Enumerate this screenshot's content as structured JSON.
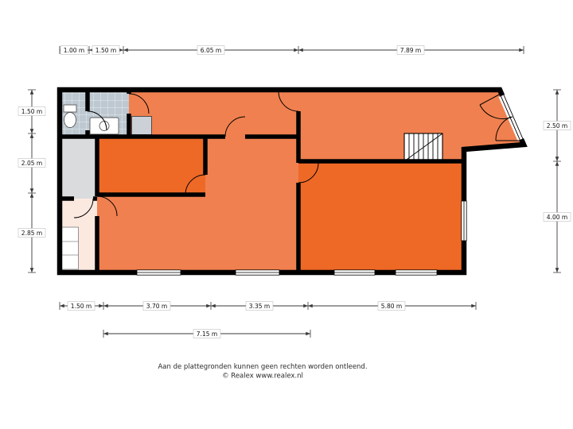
{
  "dims": {
    "top": [
      "1.00 m",
      "1.50 m",
      "6.05 m",
      "7.89 m"
    ],
    "left": [
      "1.50 m",
      "2.05 m",
      "2.85 m"
    ],
    "right": [
      "2.50 m",
      "4.00 m"
    ],
    "bottom": [
      "1.50 m",
      "3.70 m",
      "3.35 m",
      "5.80 m"
    ],
    "bottom_total": [
      "7.15 m"
    ]
  },
  "footer": {
    "disclaimer": "Aan de plattegronden kunnen geen rechten worden ontleend.",
    "copyright": "© Realex www.realex.nl"
  },
  "colors": {
    "wall": "#000000",
    "room_light": "#F0804F",
    "room_dark": "#EE6926",
    "bathroom_tile": "#BDC8D0",
    "tile_line": "#E8EDF1",
    "storage": "#DADBDD",
    "kitchen": "#FBE9E0",
    "cabinet": "#CBD1D6",
    "stairs": "#FFFFFF"
  }
}
